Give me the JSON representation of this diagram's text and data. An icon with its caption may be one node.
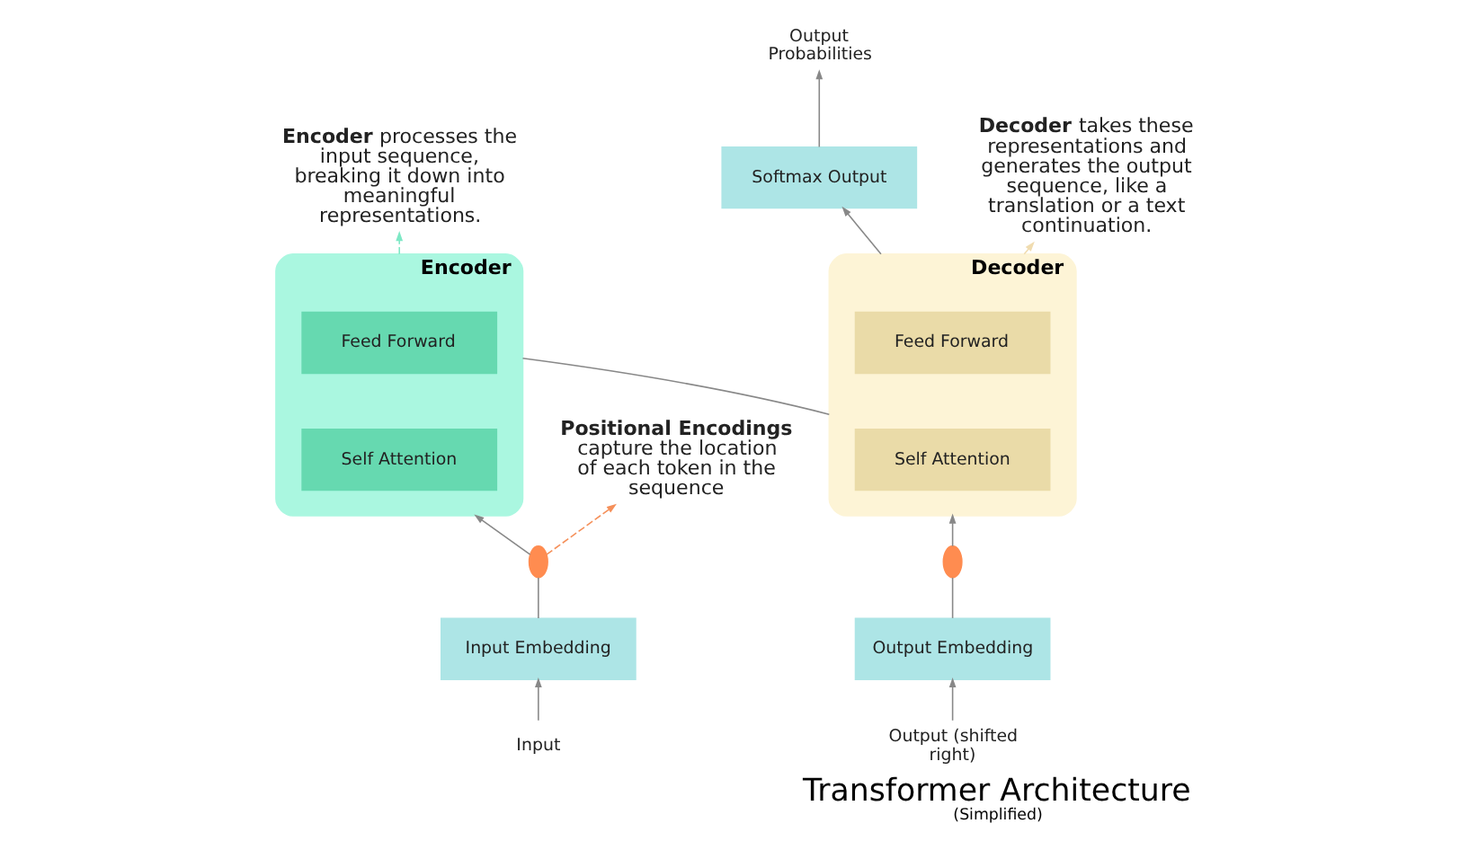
{
  "diagram": {
    "title": "Transformer Architecture",
    "caption": "(Simplified)",
    "nodes": [
      {
        "text": [
          "**Encoder** processes the input sequence, breaking it down into meaningful representations."
        ]
      },
      {
        "text": [
          "Encoder"
        ]
      },
      {
        "text": [
          "Feed Forward"
        ],
        "in": 1
      },
      {
        "text": [
          "Self Attention"
        ],
        "in": 1
      },
      {
        "text": [
          "**Positional Encodings** capture the location of each token in the sequence"
        ]
      },
      {
        "text": [],
        "shape": "ellipse"
      },
      {
        "text": [
          "Input Embedding"
        ]
      },
      {
        "text": [
          "Input"
        ]
      },
      {
        "text": [
          "Output Probabilities"
        ]
      },
      {
        "text": [
          "Softmax Output"
        ]
      },
      {
        "text": [
          "Decoder"
        ]
      },
      {
        "text": [
          "Feed Forward"
        ],
        "in": 10
      },
      {
        "text": [
          "Self Attention"
        ],
        "in": 10
      },
      {
        "text": [
          "**Decoder** takes these representations and generates the output sequence, like a translation or a text continuation."
        ]
      },
      {
        "text": [],
        "shape": "ellipse"
      },
      {
        "text": [
          "Output Embedding"
        ]
      },
      {
        "text": [
          "Output (shifted right)"
        ]
      }
    ],
    "edges": [
      {
        "from": 7,
        "to": 6,
        "arrow": "to"
      },
      {
        "from": 6,
        "to": 5,
        "arrow": "none"
      },
      {
        "from": 5,
        "to": 1,
        "arrow": "to"
      },
      {
        "from": 1,
        "to": 0,
        "arrow": "to",
        "style": "dashed",
        "color": "#7ee8c5"
      },
      {
        "from": 5,
        "to": 4,
        "arrow": "to",
        "style": "dashed",
        "color": "#f5905a"
      },
      {
        "from": 1,
        "to": 10,
        "arrow": "none"
      },
      {
        "from": 16,
        "to": 15,
        "arrow": "to"
      },
      {
        "from": 15,
        "to": 14,
        "arrow": "none"
      },
      {
        "from": 14,
        "to": 10,
        "arrow": "to"
      },
      {
        "from": 10,
        "to": 9,
        "arrow": "to"
      },
      {
        "from": 9,
        "to": 8,
        "arrow": "to"
      },
      {
        "from": 10,
        "to": 13,
        "arrow": "to",
        "style": "dashed",
        "color": "#f0dcb0"
      }
    ]
  }
}
